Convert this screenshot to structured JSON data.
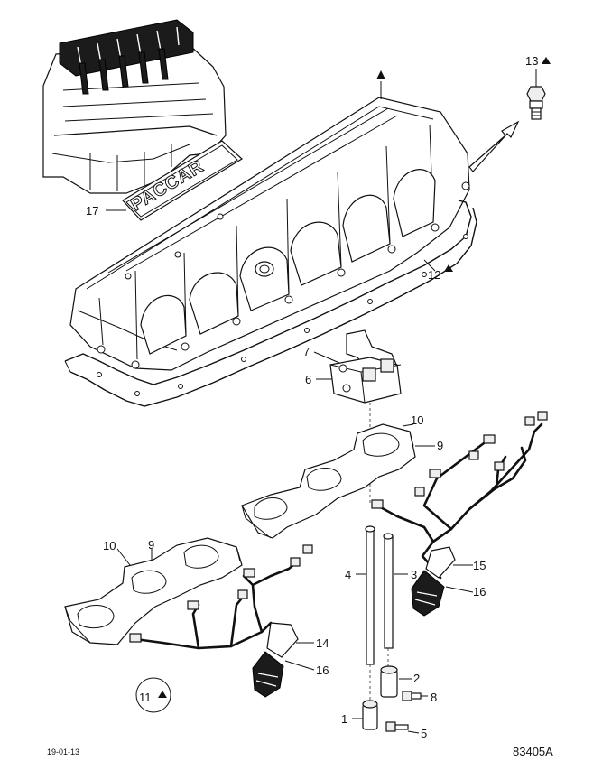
{
  "callouts": {
    "c1": "1",
    "c2": "2",
    "c3": "3",
    "c4": "4",
    "c5": "5",
    "c6": "6",
    "c7": "7",
    "c8": "8",
    "c9a": "9",
    "c9b": "9",
    "c10a": "10",
    "c10b": "10",
    "c11": "11",
    "c12": "12",
    "c13": "13",
    "c14": "14",
    "c15": "15",
    "c16a": "16",
    "c16b": "16",
    "c17": "17"
  },
  "logo_text": "PACCAR",
  "footer": {
    "date": "19-01-13",
    "figure_id": "83405A"
  }
}
